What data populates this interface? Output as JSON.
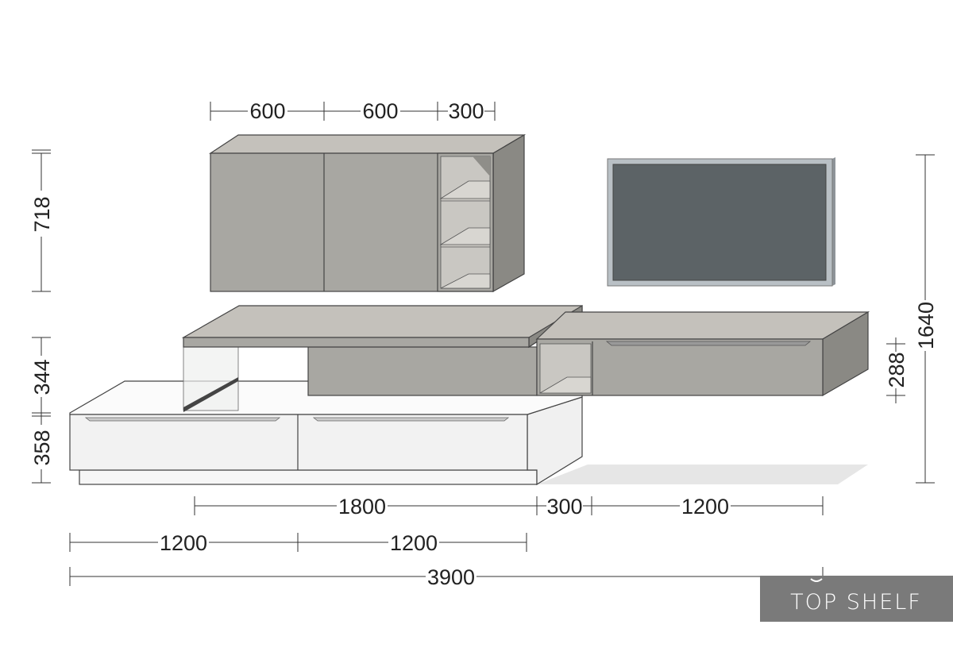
{
  "dimensions": {
    "wall_unit_widths": [
      "600",
      "600",
      "300"
    ],
    "wall_unit_height": "718",
    "shelf_height": "344",
    "lowboard_height": "358",
    "right_unit_height": "288",
    "total_height": "1640",
    "middle_widths": [
      "1800",
      "300",
      "1200"
    ],
    "lowboard_widths": [
      "1200",
      "1200"
    ],
    "total_width": "3900"
  },
  "colors": {
    "cabinet": "#a8a7a2",
    "cabinet_top": "#c4c1bb",
    "cabinet_side": "#8a8984",
    "tv_screen": "#5c6366",
    "lowboard": "#f2f2f2",
    "logo_bg": "#7a7a7a"
  },
  "logo": {
    "text": "TOP SHELF"
  }
}
